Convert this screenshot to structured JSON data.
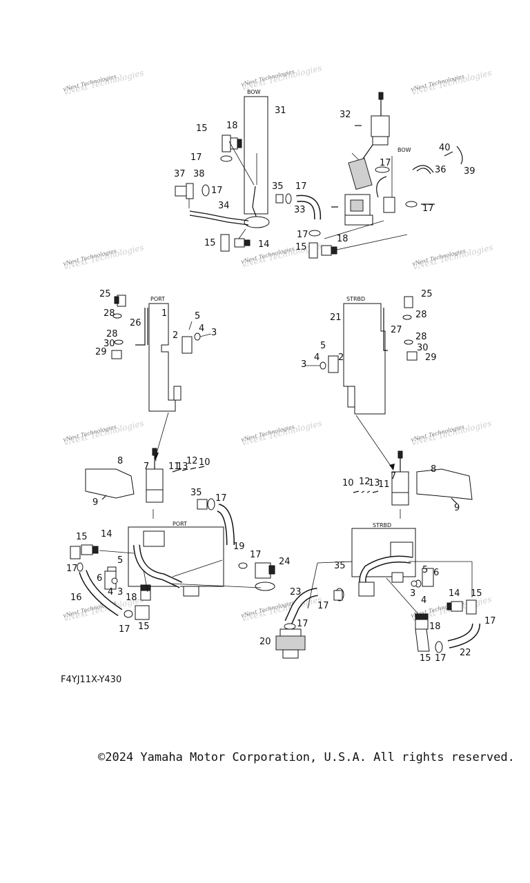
{
  "diagram": {
    "code": "F4YJ11X-Y430",
    "copyright": "©2024 Yamaha Motor Corporation, U.S.A. All rights reserved.",
    "watermark": "vNext Technologies",
    "labels": {
      "bow": "BOW",
      "port": "PORT",
      "strbd": "STRBD"
    },
    "callouts": [
      "1",
      "2",
      "3",
      "4",
      "5",
      "6",
      "7",
      "8",
      "9",
      "10",
      "11",
      "12",
      "13",
      "14",
      "15",
      "16",
      "17",
      "18",
      "19",
      "20",
      "21",
      "22",
      "23",
      "24",
      "25",
      "26",
      "27",
      "28",
      "29",
      "30",
      "31",
      "32",
      "33",
      "34",
      "35",
      "36",
      "37",
      "38",
      "39",
      "40"
    ]
  }
}
